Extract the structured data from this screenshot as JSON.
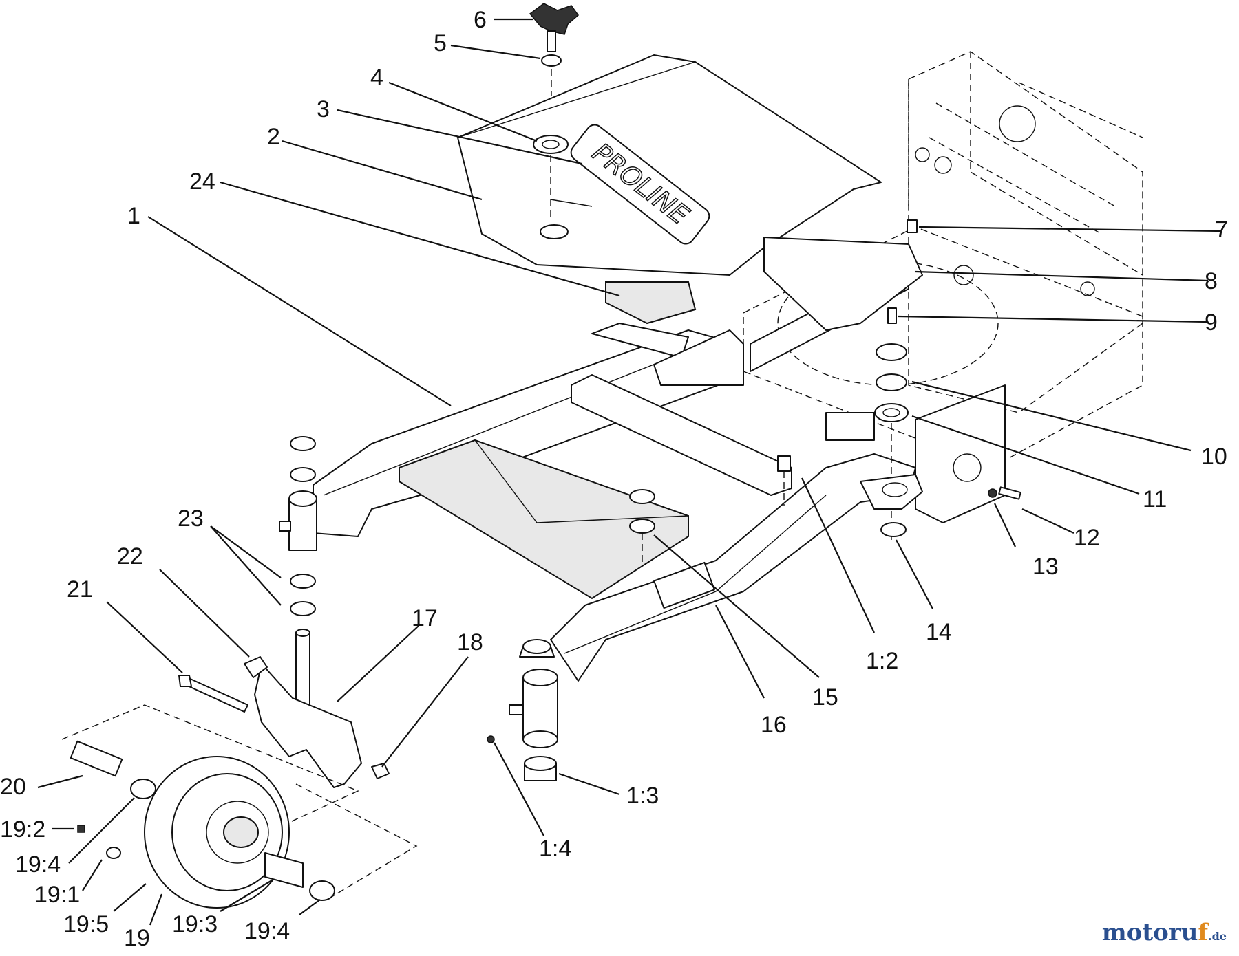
{
  "diagram": {
    "brand_decal": "PROLINE",
    "watermark": {
      "part1": "motoru",
      "part2": "f",
      "suffix": ".de"
    },
    "callouts": [
      "6",
      "5",
      "4",
      "3",
      "2",
      "24",
      "1",
      "7",
      "8",
      "9",
      "10",
      "11",
      "12",
      "13",
      "14",
      "15",
      "1:2",
      "16",
      "17",
      "18",
      "23",
      "22",
      "21",
      "20",
      "19:2",
      "19:4",
      "19:1",
      "19:5",
      "19",
      "19:3",
      "19:4",
      "1:3",
      "1:4"
    ]
  }
}
